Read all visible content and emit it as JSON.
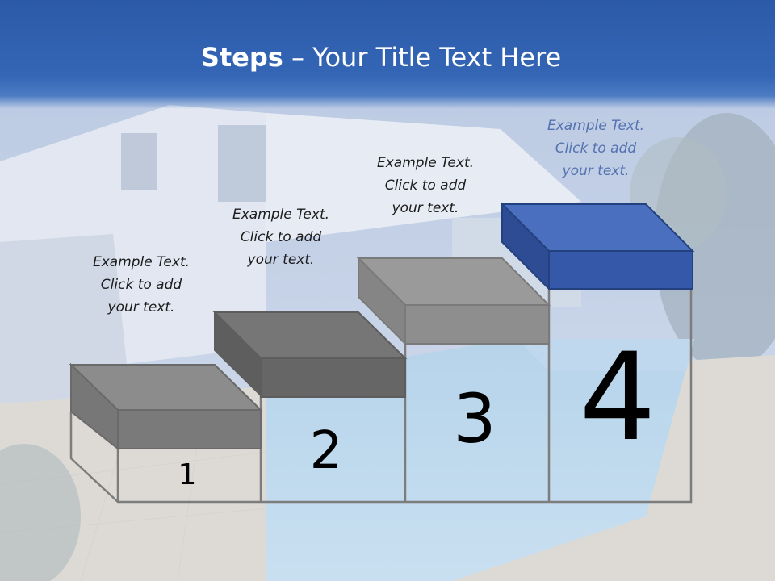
{
  "title": {
    "bold": "Steps",
    "rest": " – Your Title Text Here"
  },
  "steps": [
    {
      "number": "1",
      "caption": [
        "Example Text.",
        "Click  to add",
        "your text."
      ]
    },
    {
      "number": "2",
      "caption": [
        "Example Text.",
        "Click  to add",
        "your text."
      ]
    },
    {
      "number": "3",
      "caption": [
        "Example Text.",
        "Click  to add",
        "your text."
      ]
    },
    {
      "number": "4",
      "caption": [
        "Example Text.",
        "Click  to add",
        "your text."
      ]
    }
  ],
  "colors": {
    "title_bar": "#2c5aa8",
    "block_gray_top": "#8a8a8a",
    "block_gray_front": "#6d6d6d",
    "block_blue_top": "#4a6fbf",
    "block_blue_front": "#3558a8",
    "caption_highlight": "#5572b0"
  }
}
